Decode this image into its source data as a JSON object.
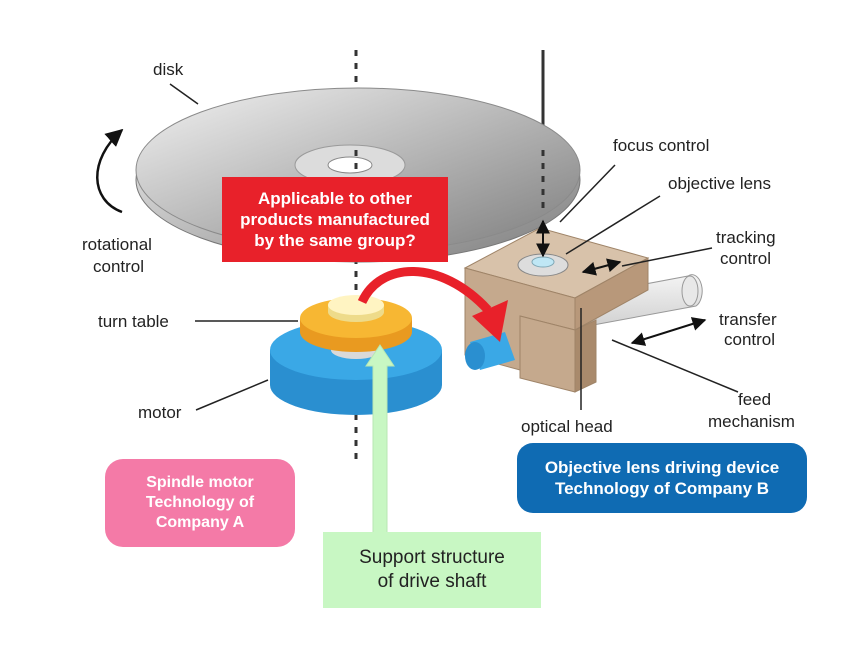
{
  "labels": {
    "disk": "disk",
    "rotational_1": "rotational",
    "rotational_2": "control",
    "turn_table": "turn table",
    "motor": "motor",
    "focus_control": "focus control",
    "objective_lens": "objective lens",
    "tracking_1": "tracking",
    "tracking_2": "control",
    "transfer_1": "transfer",
    "transfer_2": "control",
    "feed_1": "feed",
    "feed_2": "mechanism",
    "optical_head": "optical head"
  },
  "callouts": {
    "question": [
      "Applicable to other",
      "products manufactured",
      "by the same group?"
    ],
    "spindle": [
      "Spindle motor",
      "Technology of",
      "Company A"
    ],
    "objective": [
      "Objective lens driving device",
      "Technology of Company B"
    ],
    "support": [
      "Support structure",
      "of drive shaft"
    ]
  },
  "colors": {
    "question_bg": "#e8212a",
    "spindle_bg": "#f47aa7",
    "objective_bg": "#0f6bb3",
    "support_bg": "#c8f7c3",
    "motor": "#3aa8e6",
    "turn_table": "#f7b733",
    "optical_head": "#cdb49a"
  }
}
